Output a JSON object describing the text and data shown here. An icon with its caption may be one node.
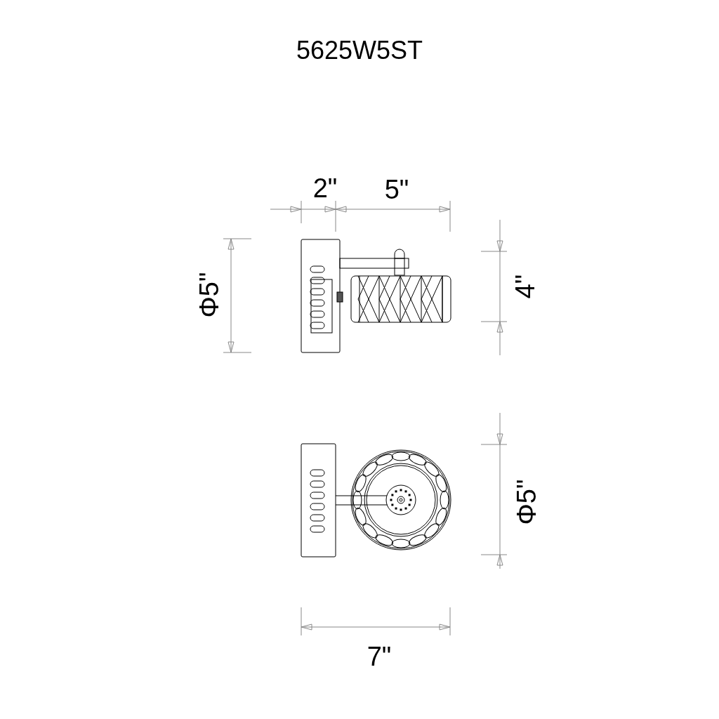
{
  "diagram": {
    "title": "5625W5ST",
    "labels": [
      "2\"",
      "5\"",
      "Φ5\"",
      "4\"",
      "Φ5\"",
      "7\""
    ]
  }
}
